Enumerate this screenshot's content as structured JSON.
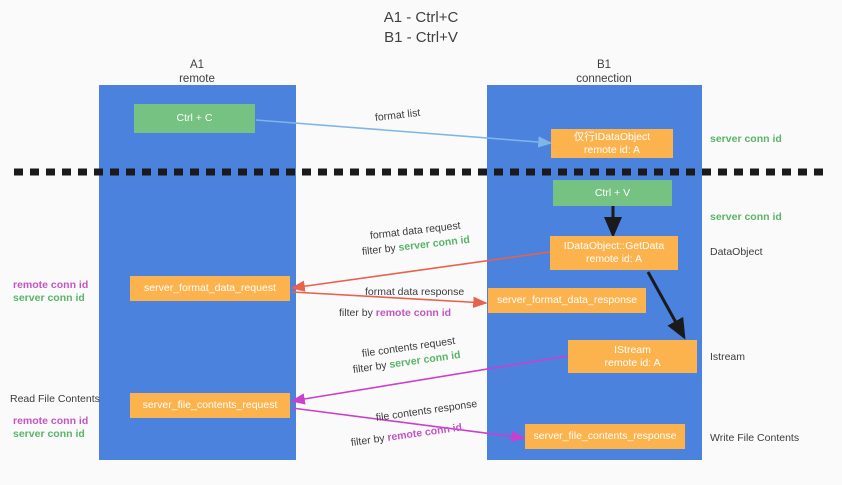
{
  "title": {
    "line1": "A1 - Ctrl+C",
    "line2": "B1 - Ctrl+V"
  },
  "lanes": [
    {
      "id": "a1",
      "name": "A1",
      "sub": "remote"
    },
    {
      "id": "b1",
      "name": "B1",
      "sub": "connection"
    }
  ],
  "boxes": {
    "ctrl_c": {
      "l1": "Ctrl + C",
      "l2": ""
    },
    "idataobject": {
      "l1": "仅行IDataObject",
      "l2": "remote id: A"
    },
    "ctrl_v": {
      "l1": "Ctrl + V",
      "l2": ""
    },
    "getdata": {
      "l1": "IDataObject::GetData",
      "l2": "remote id: A"
    },
    "fmt_req": {
      "l1": "server_format_data_request",
      "l2": ""
    },
    "fmt_resp": {
      "l1": "server_format_data_response",
      "l2": ""
    },
    "istream": {
      "l1": "IStream",
      "l2": "remote id: A"
    },
    "file_req": {
      "l1": "server_file_contents_request",
      "l2": ""
    },
    "file_resp": {
      "l1": "server_file_contents_response",
      "l2": ""
    }
  },
  "edge_labels": {
    "format_list": "format list",
    "format_data_request": "format data request",
    "format_data_request_filter_prefix": "filter by ",
    "format_data_request_filter_key": "server conn id",
    "format_data_response": "format data response",
    "format_data_response_filter_prefix": "filter by ",
    "format_data_response_filter_key": "remote conn id",
    "file_contents_request": "file contents request",
    "file_contents_request_filter_prefix": "filter by ",
    "file_contents_request_filter_key": "server conn id",
    "file_contents_response": "file contents response",
    "file_contents_response_filter_prefix": "filter by ",
    "file_contents_response_filter_key": "remote conn id"
  },
  "annotations": {
    "right_server_conn_1": "server conn id",
    "right_server_conn_2": "server conn id",
    "right_dataobject": "DataObject",
    "right_istream": "Istream",
    "right_write_file_contents": "Write File Contents",
    "left_remote_conn_1": "remote conn id",
    "left_server_conn_1": "server conn id",
    "left_read_file_contents": "Read File Contents",
    "left_remote_conn_2": "remote conn id",
    "left_server_conn_2": "server conn id"
  },
  "colors": {
    "lane": "#4a82dd",
    "green_box": "#76c282",
    "orange_box": "#fcb34e",
    "green_text": "#59b468",
    "purple_text": "#c355c3",
    "arrow_light_blue": "#7fb5e8",
    "arrow_red": "#e8614d",
    "arrow_magenta": "#cc3fcc",
    "arrow_black": "#1a1a1a",
    "divider": "#1a1a1a",
    "background": "#fafafa"
  }
}
